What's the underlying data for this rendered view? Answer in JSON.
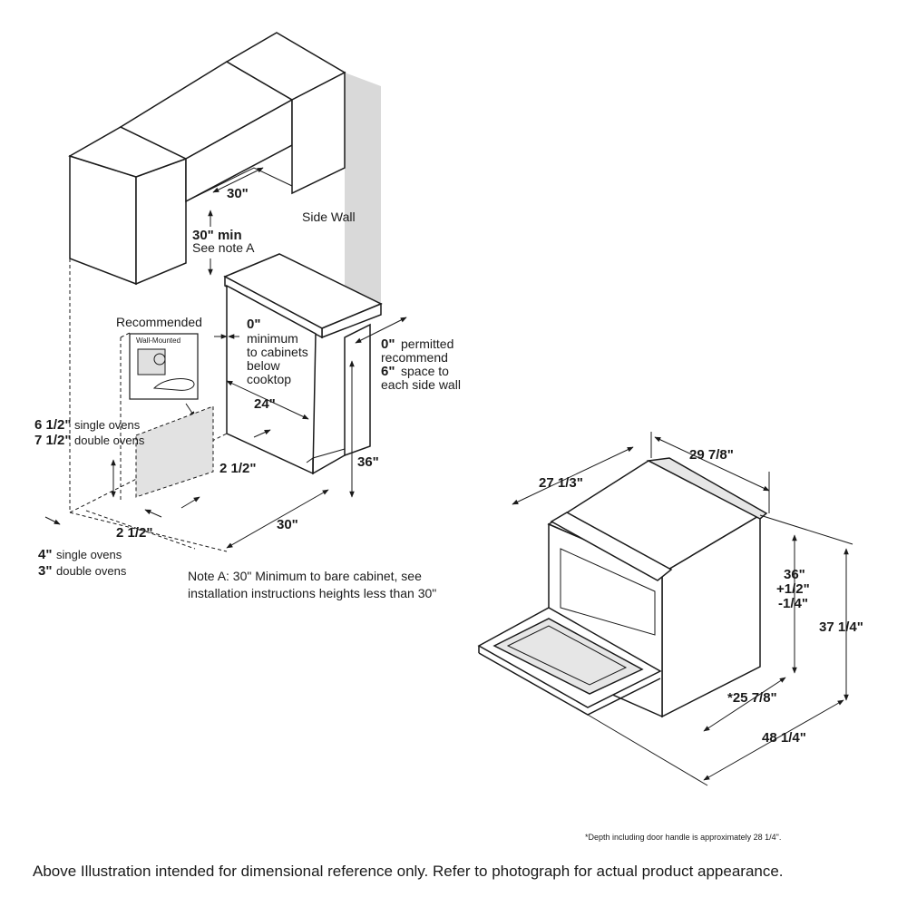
{
  "install": {
    "dim_top_width": "30\"",
    "dim_vertical_main": "30\" min",
    "dim_vertical_sub": "See note A",
    "side_wall": "Side Wall",
    "recommended": "Recommended",
    "wall_mounted": "Wall-Mounted",
    "zero_bold": "0\"",
    "zero_lines": [
      "minimum",
      "to cabinets",
      "below",
      "cooktop"
    ],
    "side_bold": "0\"",
    "side_line1": "permitted",
    "side_line2": "recommend",
    "side_bold2": "6\"",
    "side_line3": "space to",
    "side_line4": "each side wall",
    "dim_24": "24\"",
    "dim_36": "36\"",
    "dim_2_5_a": "2 1/2\"",
    "dim_2_5_b": "2 1/2\"",
    "dim_30_bottom": "30\"",
    "h1_bold": "6 1/2\"",
    "h1_text": "single ovens",
    "h2_bold": "7 1/2\"",
    "h2_text": "double ovens",
    "d1_bold": "4\"",
    "d1_text": "single ovens",
    "d2_bold": "3\"",
    "d2_text": "double ovens",
    "note_a_line1": "Note A: 30\" Minimum to bare cabinet, see",
    "note_a_line2": "installation instructions heights less than 30\""
  },
  "range": {
    "width_top": "29 7/8\"",
    "depth_side": "27 1/3\"",
    "height_36": "36\"",
    "height_plus": "+1/2\"",
    "height_minus": "-1/4\"",
    "height_total": "37 1/4\"",
    "depth_bottom": "*25 7/8\"",
    "depth_open": "48 1/4\""
  },
  "footnote": "*Depth including door handle is approximately 28 1/4\".",
  "bottom_note": "Above Illustration intended for dimensional reference only. Refer to photograph for actual product appearance."
}
